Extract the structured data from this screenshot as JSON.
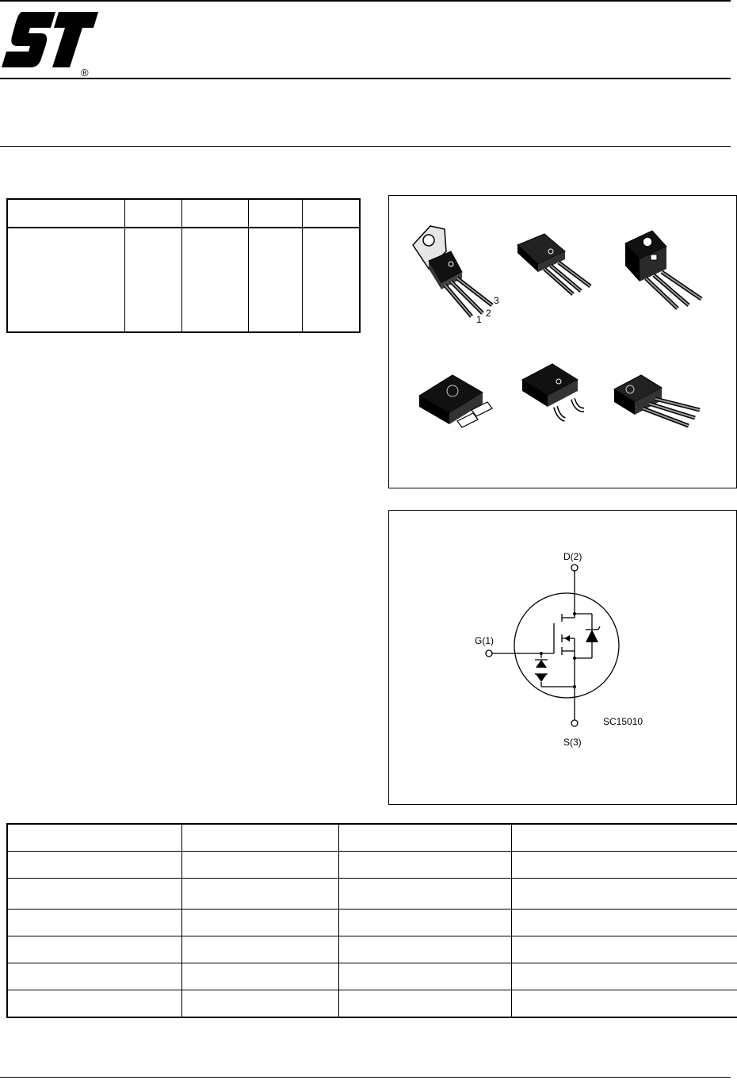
{
  "header": {
    "logo_text": "ST",
    "registered_mark": "®"
  },
  "summary_table": {
    "columns": 5,
    "rows": 2
  },
  "packages": {
    "pin_labels": [
      "1",
      "2",
      "3"
    ]
  },
  "schematic": {
    "drain_label": "D(2)",
    "gate_label": "G(1)",
    "source_label": "S(3)",
    "code": "SC15010"
  },
  "order_table": {
    "columns": 4,
    "rows": 7
  },
  "colors": {
    "ink": "#000000",
    "paper": "#ffffff"
  }
}
